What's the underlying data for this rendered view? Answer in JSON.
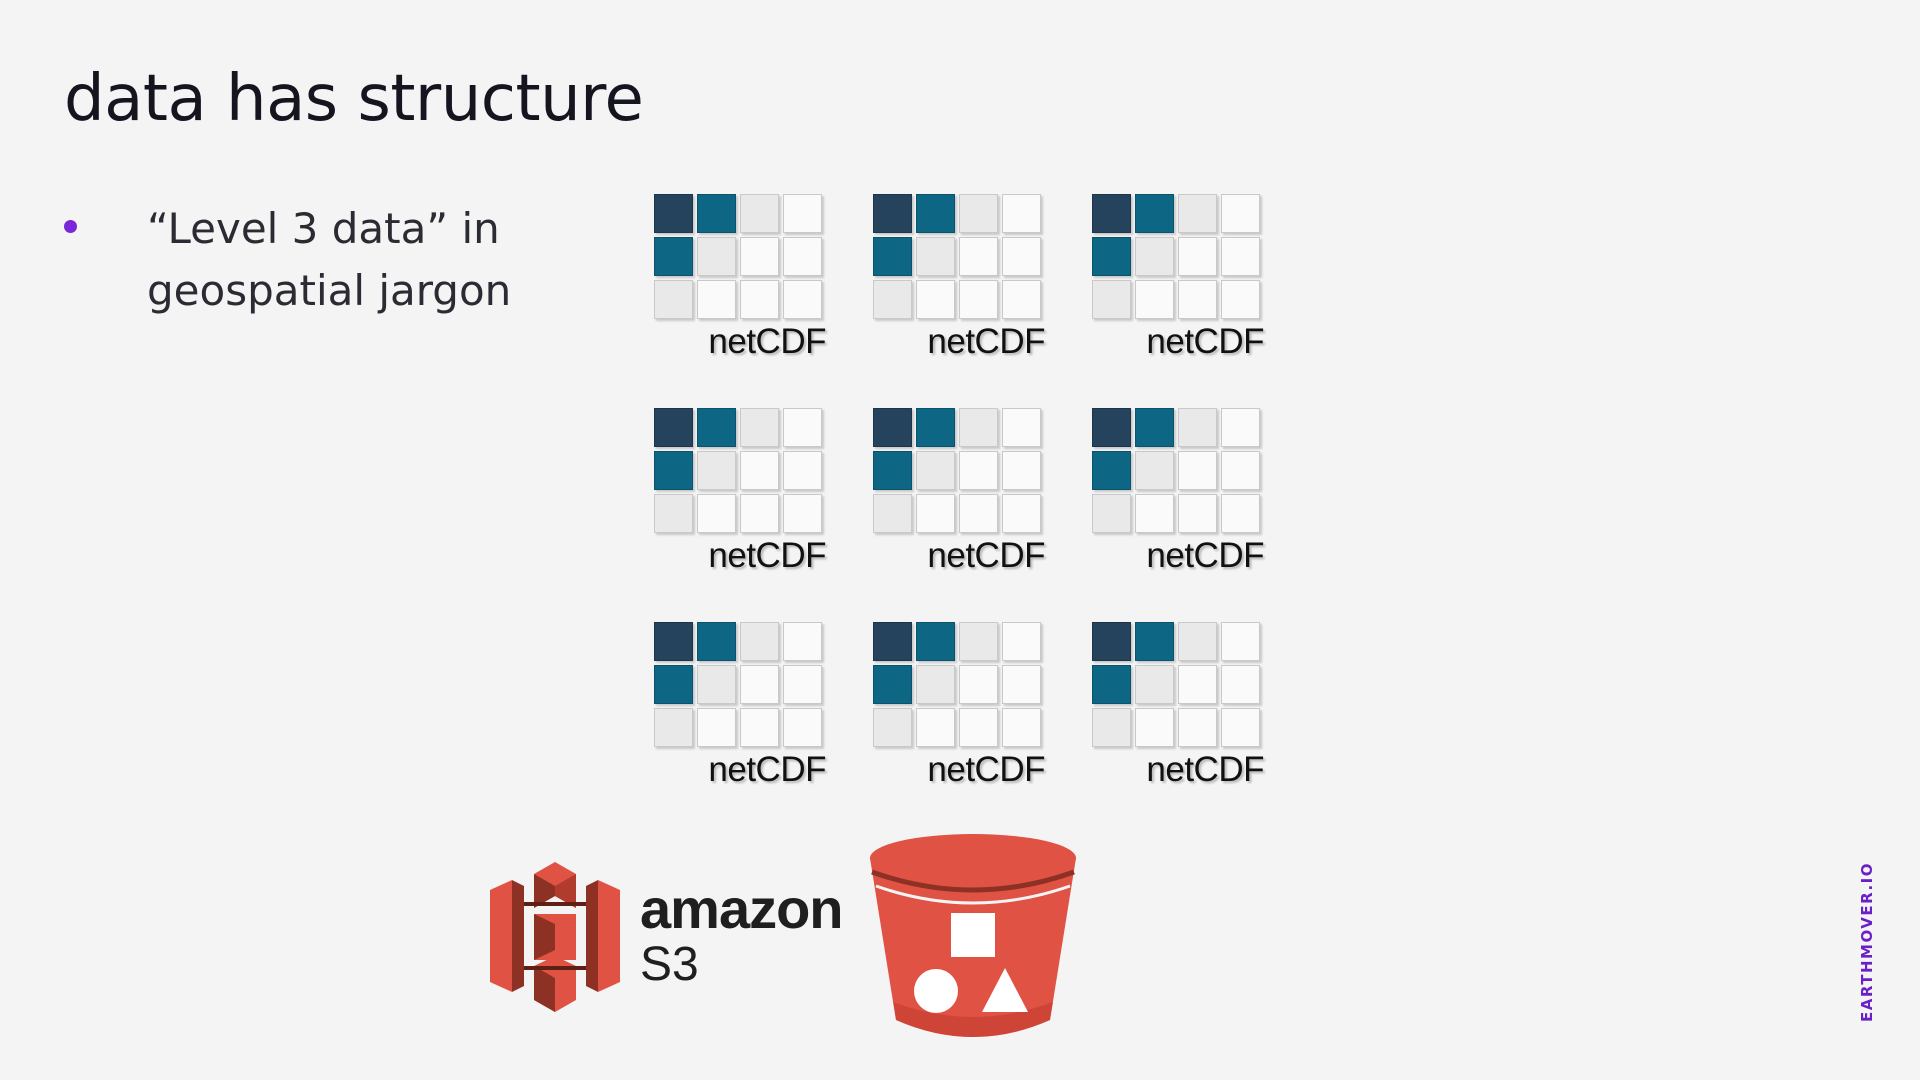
{
  "title": "data has structure",
  "bullets": [
    "“Level 3 data” in geospatial jargon"
  ],
  "file_tile": {
    "label": "netCDF",
    "rows": 3,
    "cols": 4,
    "cell_pattern": [
      [
        "dark",
        "teal",
        "lgrey",
        "white"
      ],
      [
        "teal",
        "lgrey",
        "white",
        "white"
      ],
      [
        "lgrey",
        "white",
        "white",
        "white"
      ]
    ]
  },
  "file_tiles": [
    {
      "label": "netCDF"
    },
    {
      "label": "netCDF"
    },
    {
      "label": "netCDF"
    },
    {
      "label": "netCDF"
    },
    {
      "label": "netCDF"
    },
    {
      "label": "netCDF"
    },
    {
      "label": "netCDF"
    },
    {
      "label": "netCDF"
    },
    {
      "label": "netCDF"
    }
  ],
  "s3": {
    "brand": "amazon",
    "product": "S3",
    "logo_icon": "aws-s3-icon",
    "bucket_icon": "s3-bucket-icon"
  },
  "footer_brand": "EARTHMOVER.IO",
  "colors": {
    "bullet": "#7a26d9",
    "cell_dark": "#26435e",
    "cell_teal": "#0e6685",
    "s3_red": "#e05243",
    "s3_dark_red": "#8c3123",
    "brand_purple": "#6a1fc9"
  }
}
